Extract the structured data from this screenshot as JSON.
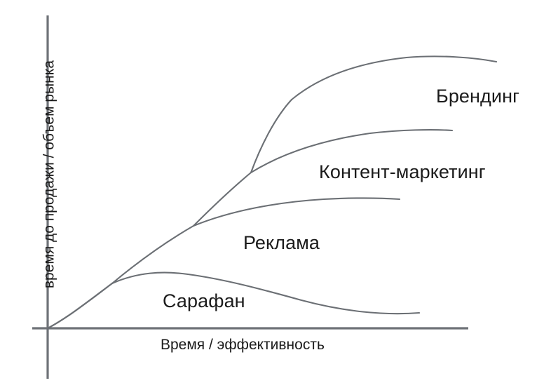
{
  "chart_data": {
    "type": "line",
    "title": "",
    "subtitle": "",
    "xlabel": "Время / эффективность",
    "ylabel": "время до продажи / объем рынка",
    "grid": false,
    "legend_position": "inline-annotations",
    "axes": {
      "x_axis_style": "arrowless-line",
      "y_axis_style": "arrowless-line",
      "x_ticks": [],
      "y_ticks": [],
      "origin_shared_by_all_series": true
    },
    "series": [
      {
        "name": "Сарафан",
        "label": "Сарафан",
        "shape": "rise-peak-decline",
        "description": "Быстро растёт, достигает низкого пика и затем снижается",
        "x": [
          0,
          10,
          20,
          30,
          40,
          50,
          60,
          70,
          80,
          90,
          100
        ],
        "y": [
          0,
          28,
          44,
          53,
          57,
          57,
          54,
          48,
          40,
          29,
          16
        ]
      },
      {
        "name": "Реклама",
        "label": "Реклама",
        "shape": "rise-plateau",
        "description": "Растёт быстрее сарафана и выходит на средний плато",
        "x": [
          0,
          10,
          20,
          30,
          40,
          50,
          60,
          70,
          80,
          90,
          100
        ],
        "y": [
          0,
          33,
          55,
          70,
          80,
          87,
          92,
          95,
          97,
          98,
          99
        ]
      },
      {
        "name": "Контент-маркетинг",
        "label": "Контент-маркетинг",
        "shape": "rise-plateau-high",
        "description": "Медленнее стартует, но выходит на более высокий уровень",
        "x": [
          0,
          10,
          20,
          30,
          40,
          50,
          60,
          70,
          80,
          90,
          100
        ],
        "y": [
          0,
          30,
          56,
          76,
          91,
          103,
          112,
          119,
          124,
          128,
          131
        ]
      },
      {
        "name": "Брендинг",
        "label": "Брендинг",
        "shape": "slow-start-steep-rise-highest",
        "description": "Долго не даёт отдачи, затем круто растёт и достигает максимума",
        "x": [
          0,
          10,
          20,
          30,
          40,
          50,
          60,
          70,
          80,
          90,
          100
        ],
        "y": [
          0,
          30,
          58,
          86,
          117,
          140,
          156,
          167,
          175,
          180,
          183
        ]
      }
    ]
  },
  "labels": {
    "brending": "Брендинг",
    "content_marketing": "Контент-маркетинг",
    "reklama": "Реклама",
    "sarafan": "Сарафан",
    "y_axis": "время до продажи / объем рынка",
    "x_axis": "Время / эффективность"
  },
  "colors": {
    "background": "#ffffff",
    "axis": "#6e7277",
    "curve": "#6b6f74",
    "text": "#1b1b1b"
  }
}
